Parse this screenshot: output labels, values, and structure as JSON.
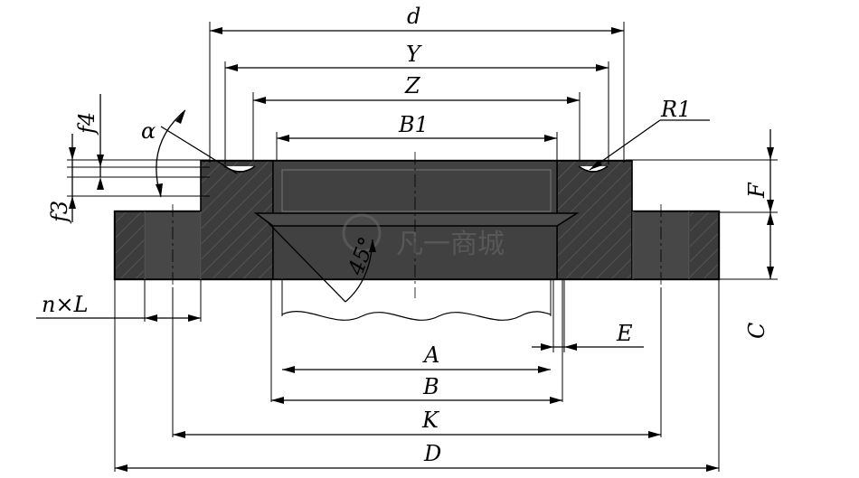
{
  "diagram": {
    "colors": {
      "body": "#3c3c3c",
      "body_light": "#4a4a4a",
      "line": "#000000",
      "background": "#ffffff"
    },
    "dimensions": {
      "d": "d",
      "Y": "Y",
      "Z": "Z",
      "B1": "B1",
      "R1": "R1",
      "f4": "f4",
      "f3": "f3",
      "alpha": "α",
      "F": "F",
      "angle_45": "45°",
      "nxL": "n×L",
      "E": "E",
      "C": "C",
      "A": "A",
      "B": "B",
      "K": "K",
      "D": "D"
    },
    "watermark": "凡一商城"
  }
}
